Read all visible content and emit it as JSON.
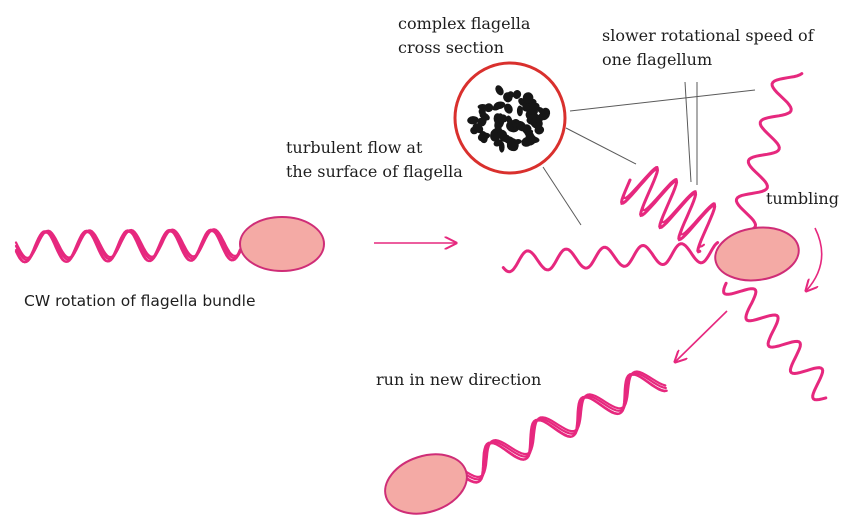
{
  "labels": {
    "cross_section": [
      "complex flagella",
      "cross section"
    ],
    "slower_speed": [
      "slower rotational speed of",
      "one flagellum"
    ],
    "turbulent": [
      "turbulent flow at",
      "the surface of flagella"
    ],
    "tumbling": "tumbling",
    "cw_rotation": "CW rotation of flagella bundle",
    "new_direction": "run in new direction"
  },
  "colors": {
    "flagella": "#e6287e",
    "cell_fill": "#f4aaa5",
    "cell_stroke": "#cf2d77",
    "circle_stroke": "#d9302d",
    "blob": "#161616",
    "leader_line": "#5a5a5a"
  }
}
